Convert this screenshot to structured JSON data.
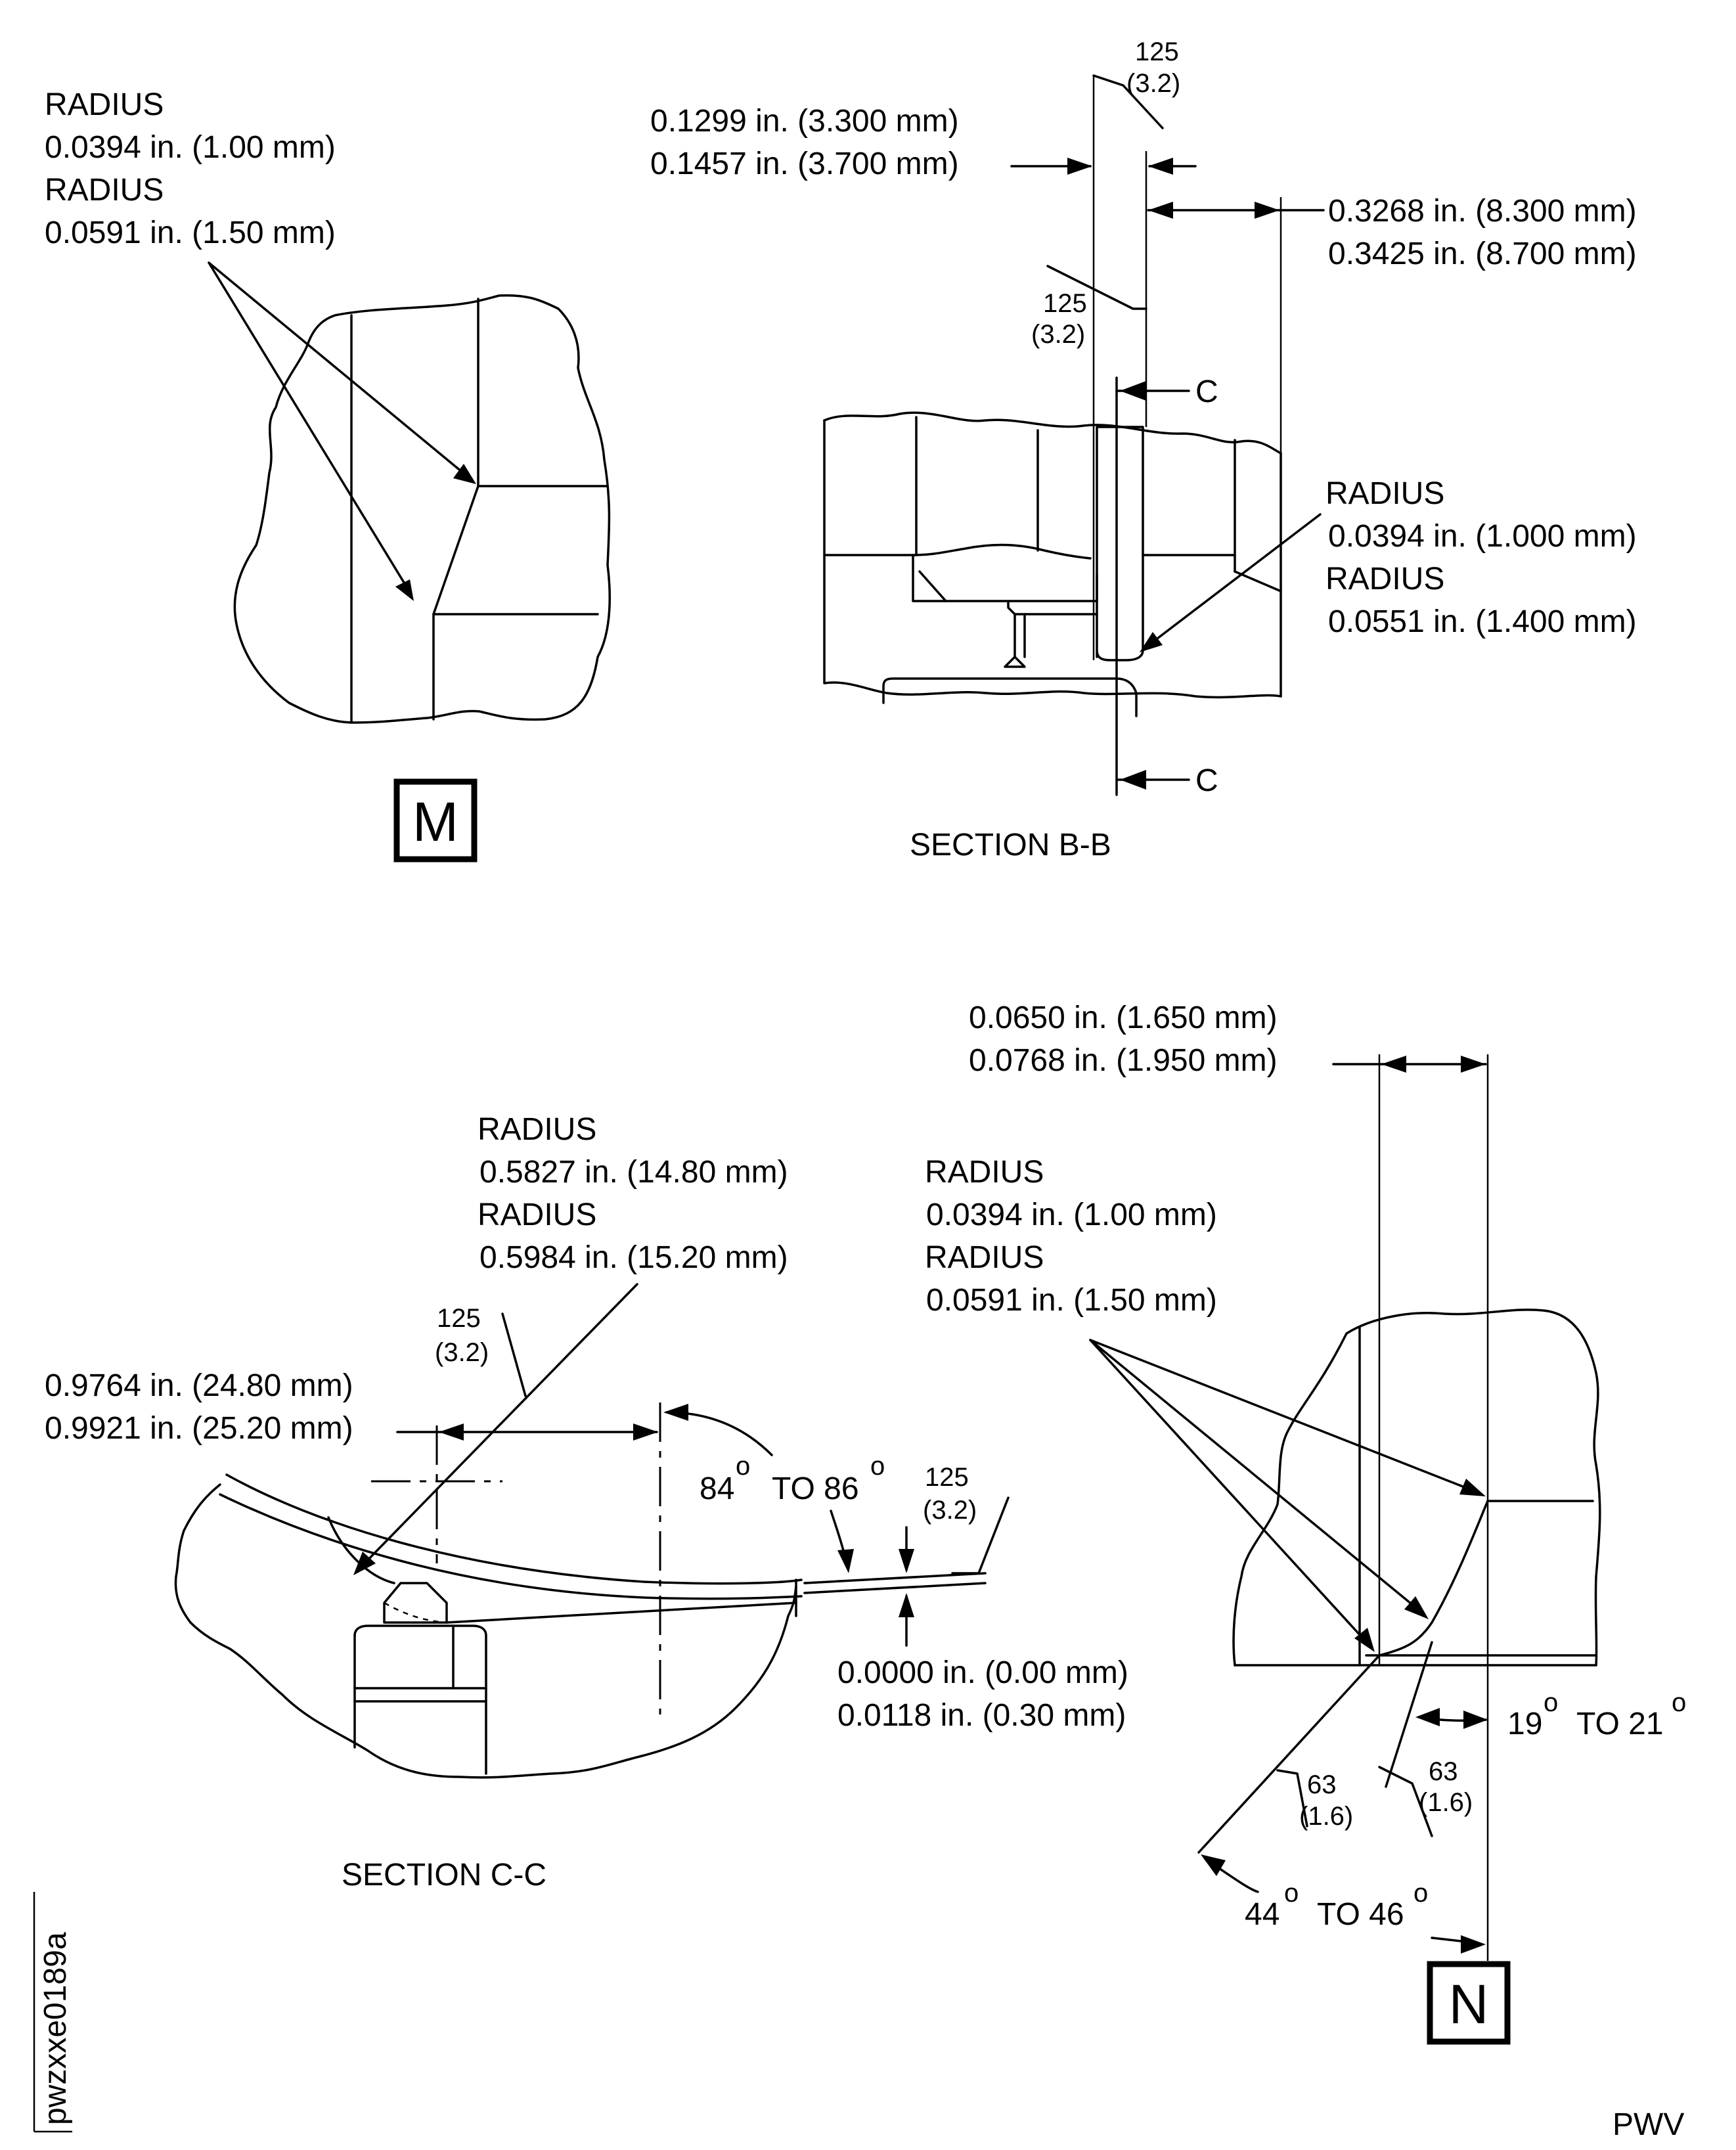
{
  "view_m": {
    "radius_label_1": "RADIUS",
    "radius_value_1": "0.0394 in. (1.00 mm)",
    "radius_label_2": "RADIUS",
    "radius_value_2": "0.0591 in. (1.50 mm)",
    "view_letter": "M"
  },
  "section_bb": {
    "title": "SECTION B-B",
    "finish_top_value": "125",
    "finish_top_mm": "(3.2)",
    "dim_width_1": "0.1299 in. (3.300 mm)",
    "dim_width_2": "0.1457 in. (3.700 mm)",
    "dim_depth_1": "0.3268 in. (8.300 mm)",
    "dim_depth_2": "0.3425 in. (8.700 mm)",
    "finish_mid_value": "125",
    "finish_mid_mm": "(3.2)",
    "section_marker_top": "C",
    "section_marker_bottom": "C",
    "radius_label_1": "RADIUS",
    "radius_value_1": "0.0394 in. (1.000 mm)",
    "radius_label_2": "RADIUS",
    "radius_value_2": "0.0551 in. (1.400 mm)"
  },
  "section_cc": {
    "title": "SECTION C-C",
    "radius_label_1": "RADIUS",
    "radius_value_1": "0.5827 in. (14.80 mm)",
    "radius_label_2": "RADIUS",
    "radius_value_2": "0.5984 in. (15.20 mm)",
    "finish_left_value": "125",
    "finish_left_mm": "(3.2)",
    "dim_offset_1": "0.9764 in. (24.80 mm)",
    "dim_offset_2": "0.9921 in. (25.20 mm)",
    "angle_from": "84",
    "angle_to_word": "TO 86",
    "degree_mark_1": "o",
    "degree_mark_2": "o",
    "finish_right_value": "125",
    "finish_right_mm": "(3.2)",
    "dim_runout_1": "0.0000 in. (0.00 mm)",
    "dim_runout_2": "0.0118 in. (0.30 mm)"
  },
  "view_n": {
    "dim_width_1": "0.0650 in. (1.650 mm)",
    "dim_width_2": "0.0768 in. (1.950 mm)",
    "radius_label_1": "RADIUS",
    "radius_value_1": "0.0394 in. (1.00 mm)",
    "radius_label_2": "RADIUS",
    "radius_value_2": "0.0591 in. (1.50 mm)",
    "angle_small_from": "19",
    "angle_small_to_word": "TO 21",
    "angle_large_from": "44",
    "angle_large_to_word": "TO 46",
    "degree_mark": "o",
    "finish_a_value": "63",
    "finish_a_mm": "(1.6)",
    "finish_b_value": "63",
    "finish_b_mm": "(1.6)",
    "view_letter": "N"
  },
  "figure_id": "pwzxxe0189a",
  "corner_code": "PWV"
}
